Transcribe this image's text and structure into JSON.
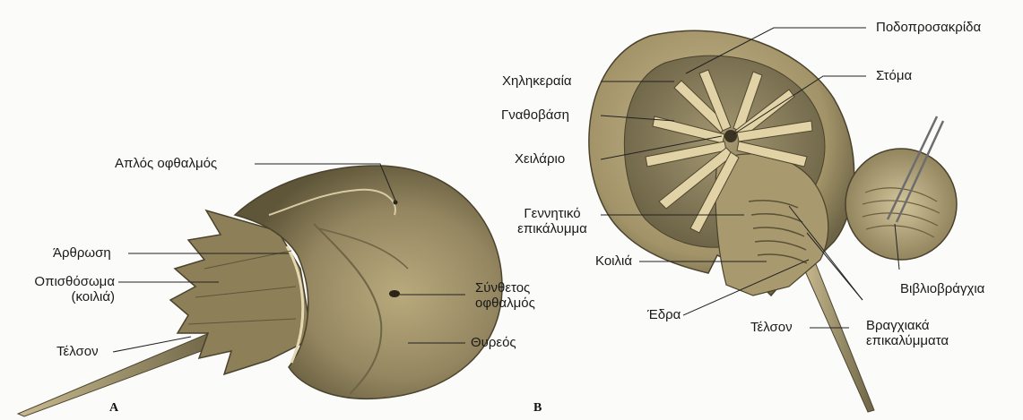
{
  "panel_a": {
    "letter": "A",
    "labels": {
      "simple_eye": "Απλός οφθαλμός",
      "joint": "Άρθρωση",
      "opisthosoma_1": "Οπισθόσωμα",
      "opisthosoma_2": "(κοιλιά)",
      "telson": "Τέλσον",
      "compound_eye_1": "Σύνθετος",
      "compound_eye_2": "οφθαλμός",
      "carapace": "Θυρεός"
    }
  },
  "panel_b": {
    "letter": "B",
    "labels": {
      "walking_legs": "Ποδοπροσακρίδα",
      "chelicera": "Χηληκεραία",
      "mouth": "Στόμα",
      "gnathobase": "Γναθοβάση",
      "chilarium": "Χειλάριο",
      "genital_operculum_1": "Γεννητικό",
      "genital_operculum_2": "επικάλυμμα",
      "abdomen": "Κοιλιά",
      "anus": "Έδρα",
      "telson": "Τέλσον",
      "book_gills": "Βιβλιοβράγχια",
      "gill_covers_1": "Βραγχιακά",
      "gill_covers_2": "επικαλύμματα"
    }
  },
  "colors": {
    "shell_dark": "#6d6446",
    "shell_mid": "#9a8c62",
    "shell_light": "#c9bb90",
    "leg": "#e2d3a7",
    "leader_line": "#222222"
  }
}
